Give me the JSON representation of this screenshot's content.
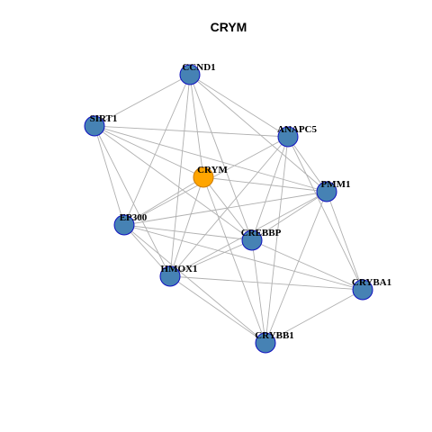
{
  "graph": {
    "title": "CRYM",
    "colors": {
      "node_fill": "#4682B4",
      "node_stroke": "#1010C0",
      "focus_fill": "#FFA500",
      "focus_stroke": "#CC7A00",
      "edge": "#B0B0B0"
    },
    "nodes": [
      {
        "id": "CCND1",
        "label": "CCND1"
      },
      {
        "id": "SIRT1",
        "label": "SIRT1"
      },
      {
        "id": "ANAPC5",
        "label": "ANAPC5"
      },
      {
        "id": "CRYM",
        "label": "CRYM",
        "focus": true
      },
      {
        "id": "PMM1",
        "label": "PMM1"
      },
      {
        "id": "EP300",
        "label": "EP300"
      },
      {
        "id": "CREBBP",
        "label": "CREBBP"
      },
      {
        "id": "HMOX1",
        "label": "HMOX1"
      },
      {
        "id": "CRYBA1",
        "label": "CRYBA1"
      },
      {
        "id": "CRYBB1",
        "label": "CRYBB1"
      }
    ],
    "edges": [
      [
        "CCND1",
        "SIRT1"
      ],
      [
        "CCND1",
        "ANAPC5"
      ],
      [
        "CCND1",
        "CRYM"
      ],
      [
        "CCND1",
        "PMM1"
      ],
      [
        "CCND1",
        "EP300"
      ],
      [
        "CCND1",
        "CREBBP"
      ],
      [
        "CCND1",
        "HMOX1"
      ],
      [
        "SIRT1",
        "ANAPC5"
      ],
      [
        "SIRT1",
        "CRYM"
      ],
      [
        "SIRT1",
        "PMM1"
      ],
      [
        "SIRT1",
        "EP300"
      ],
      [
        "SIRT1",
        "CREBBP"
      ],
      [
        "SIRT1",
        "HMOX1"
      ],
      [
        "ANAPC5",
        "PMM1"
      ],
      [
        "ANAPC5",
        "EP300"
      ],
      [
        "ANAPC5",
        "CREBBP"
      ],
      [
        "ANAPC5",
        "HMOX1"
      ],
      [
        "ANAPC5",
        "CRYBA1"
      ],
      [
        "ANAPC5",
        "CRYBB1"
      ],
      [
        "CRYM",
        "PMM1"
      ],
      [
        "CRYM",
        "EP300"
      ],
      [
        "CRYM",
        "CREBBP"
      ],
      [
        "CRYM",
        "HMOX1"
      ],
      [
        "CRYM",
        "CRYBB1"
      ],
      [
        "PMM1",
        "EP300"
      ],
      [
        "PMM1",
        "CREBBP"
      ],
      [
        "PMM1",
        "HMOX1"
      ],
      [
        "PMM1",
        "CRYBA1"
      ],
      [
        "PMM1",
        "CRYBB1"
      ],
      [
        "EP300",
        "CREBBP"
      ],
      [
        "EP300",
        "HMOX1"
      ],
      [
        "EP300",
        "CRYBA1"
      ],
      [
        "EP300",
        "CRYBB1"
      ],
      [
        "CREBBP",
        "HMOX1"
      ],
      [
        "CREBBP",
        "CRYBA1"
      ],
      [
        "CREBBP",
        "CRYBB1"
      ],
      [
        "HMOX1",
        "CRYBA1"
      ],
      [
        "HMOX1",
        "CRYBB1"
      ],
      [
        "CRYBA1",
        "CRYBB1"
      ]
    ]
  }
}
